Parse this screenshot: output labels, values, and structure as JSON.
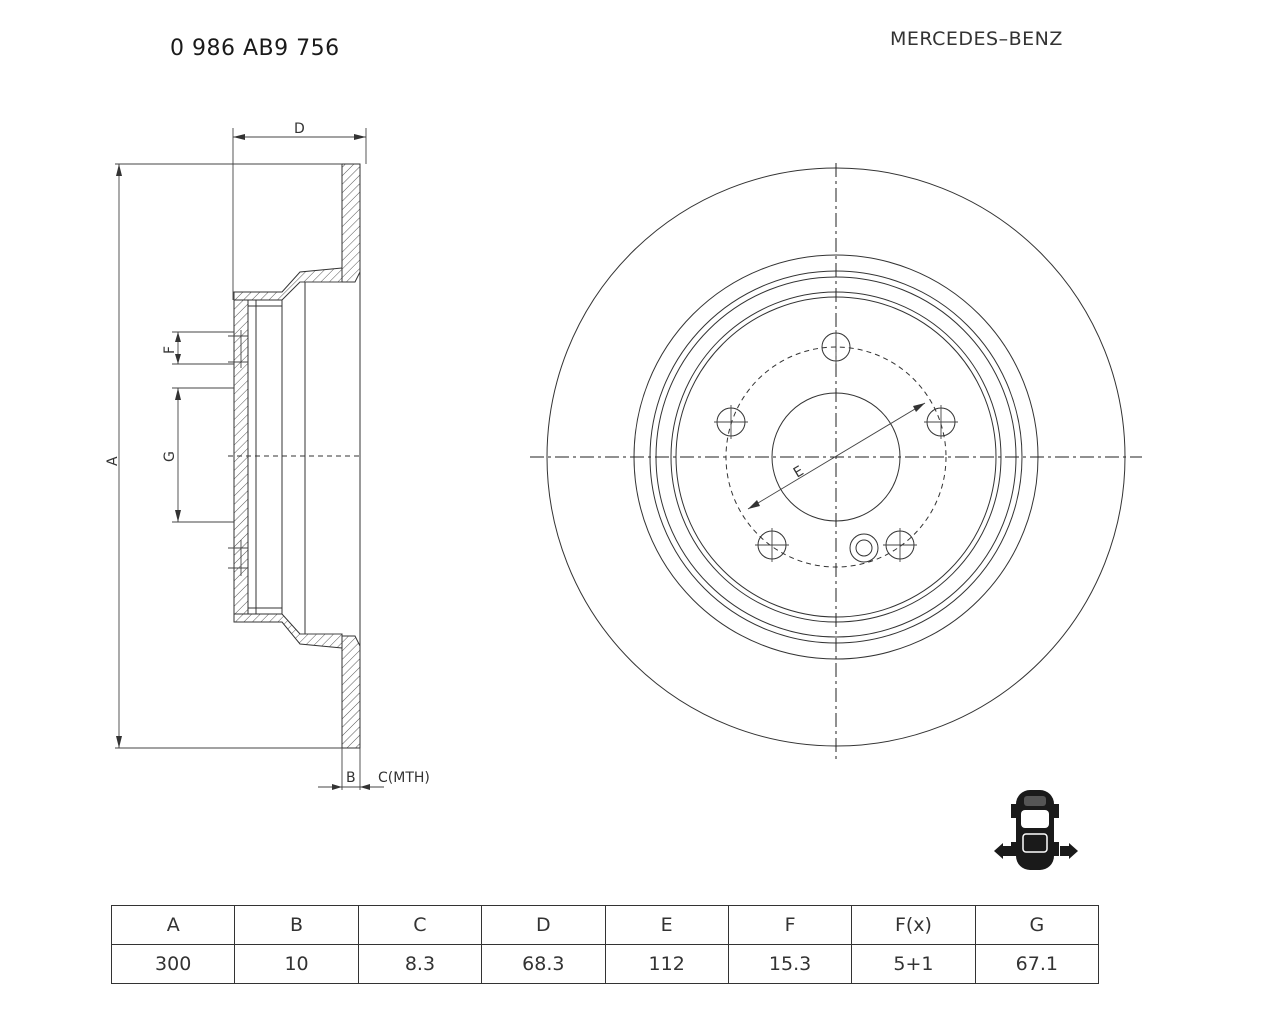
{
  "header": {
    "part_number": "0 986 AB9 756",
    "brand": "MERCEDES–BENZ"
  },
  "drawing": {
    "labels": {
      "A": "A",
      "B": "B",
      "C": "C(MTH)",
      "D": "D",
      "E": "E",
      "F": "F",
      "G": "G"
    },
    "icon": "car-rear-axle-icon"
  },
  "spec_table": {
    "headers": [
      "A",
      "B",
      "C",
      "D",
      "E",
      "F",
      "F(x)",
      "G"
    ],
    "values": [
      "300",
      "10",
      "8.3",
      "68.3",
      "112",
      "15.3",
      "5+1",
      "67.1"
    ]
  },
  "colors": {
    "line": "#333333",
    "background": "#ffffff"
  }
}
